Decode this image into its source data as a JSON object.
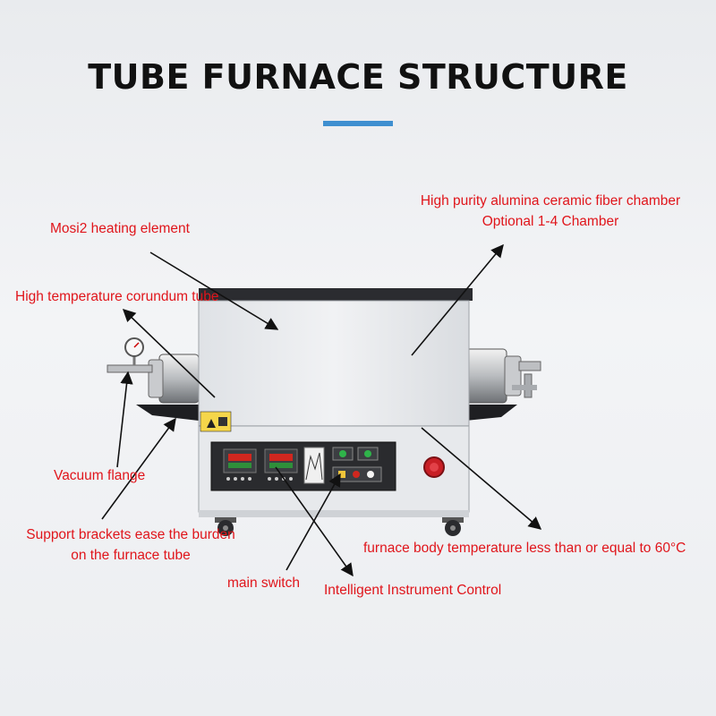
{
  "title": "TUBE FURNACE STRUCTURE",
  "labels": {
    "mosi2": "Mosi2 heating element",
    "corundum": "High temperature corundum tube",
    "alumina_line1": "High purity alumina ceramic fiber chamber",
    "alumina_line2": "Optional 1-4 Chamber",
    "vacuum": "Vacuum flange",
    "support_line1": "Support brackets ease the burden",
    "support_line2": "on the furnace tube",
    "main_switch": "main switch",
    "instrument": "Intelligent Instrument Control",
    "temperature": "furnace body temperature less than or equal to 60°C"
  },
  "colors": {
    "label_text": "#e0151b",
    "accent_bar": "#3f8fd0",
    "furnace_body": "#eceef1",
    "furnace_panel": "#e4e6ea",
    "control_panel": "#2a2b2e",
    "arrow": "#111111"
  },
  "icons": [
    "pressure-gauge-icon",
    "caution-label-icon",
    "emergency-stop-icon",
    "caster-wheel-icon"
  ]
}
